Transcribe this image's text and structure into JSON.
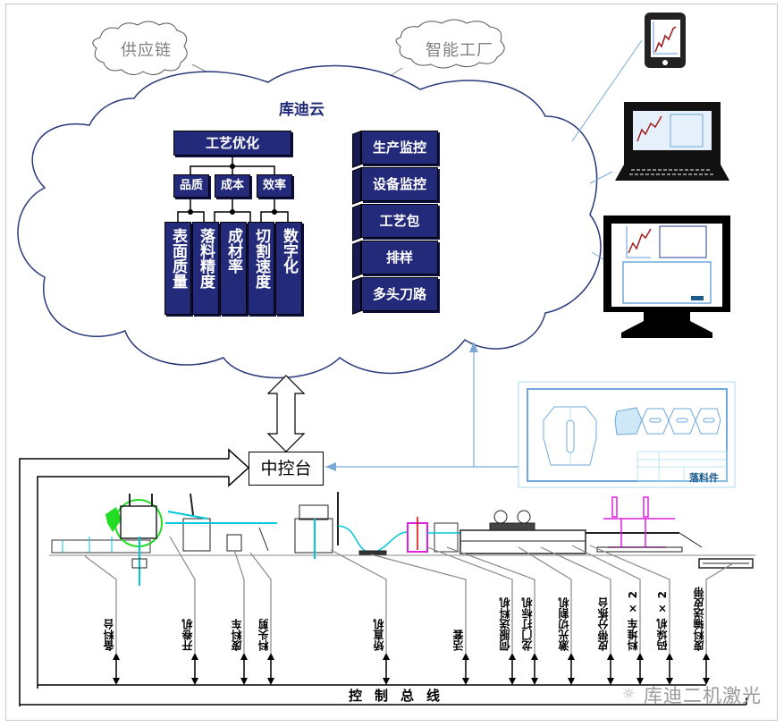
{
  "bubbles": {
    "supply_chain": "供应链",
    "smart_factory": "智能工厂"
  },
  "cloud": {
    "title": "库迪云",
    "optimization": {
      "title": "工艺优化",
      "categories": [
        "品质",
        "成本",
        "效率"
      ],
      "metrics": [
        "表面质量",
        "落料精度",
        "成材率",
        "切割速度",
        "数字化"
      ]
    },
    "services": [
      "生产监控",
      "设备监控",
      "工艺包",
      "排样",
      "多头刀路"
    ]
  },
  "devices": {
    "phone": "mobile-phone-icon",
    "laptop": "laptop-icon",
    "desktop": "desktop-monitor-icon",
    "chart_color": "#a01e1e",
    "screen_accent": "#3a7bd5"
  },
  "drawing": {
    "label": "落料件"
  },
  "central_control": {
    "label": "中控台"
  },
  "line_equipment": [
    {
      "label": "备料台"
    },
    {
      "label": "开卷机"
    },
    {
      "label": "废料车"
    },
    {
      "label": "料头剪"
    },
    {
      "label": "矫直机"
    },
    {
      "label": "活套"
    },
    {
      "label": "伺服送料机"
    },
    {
      "label": "龙门打标机"
    },
    {
      "label": "激光切割机"
    },
    {
      "label": "皮带分拣台"
    },
    {
      "label": "料堆车 × 2"
    },
    {
      "label": "码垛机 × 2"
    },
    {
      "label": "废料输送皮带"
    }
  ],
  "bus": {
    "label": "控制总线"
  },
  "watermark": {
    "text": "库迪二机激光",
    "icon": "wechat-icon"
  },
  "colors": {
    "navy": "#232a7a",
    "cloud_stroke": "#2a3a7a",
    "link_blue": "#7aa9d6",
    "magenta": "#e020e0",
    "green": "#22dd22",
    "cyan": "#00c8d8"
  }
}
